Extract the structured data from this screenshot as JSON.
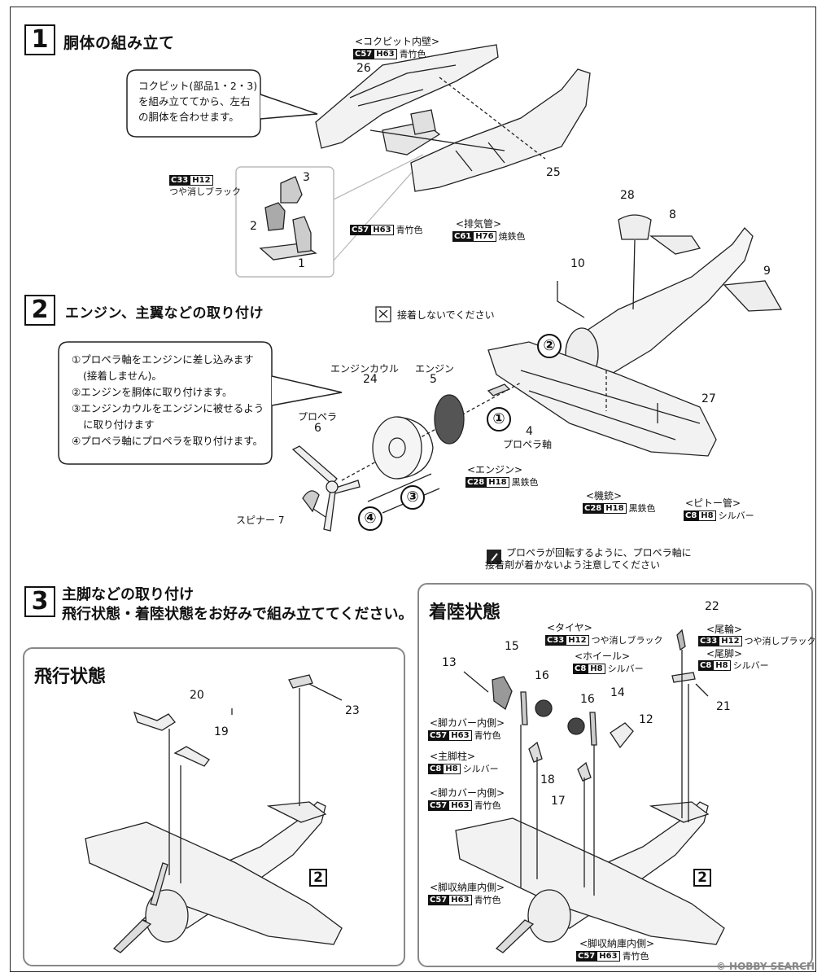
{
  "step1": {
    "num": "1",
    "title": "胴体の組み立て",
    "bubble": [
      "コクピット(部品1・2・3)",
      "を組み立ててから、左右",
      "の胴体を合わせます。"
    ],
    "cockpit_wall": {
      "label": "<コクピット内壁>",
      "c": "C57",
      "h": "H63",
      "name": "青竹色"
    },
    "parts": {
      "p26": "26",
      "p25": "25",
      "p3": "3",
      "p2": "2",
      "p1": "1"
    },
    "black": {
      "c": "C33",
      "h": "H12",
      "name": "つや消しブラック"
    },
    "green": {
      "c": "C57",
      "h": "H63",
      "name": "青竹色"
    },
    "exhaust": {
      "label": "<排気管>",
      "c": "C61",
      "h": "H76",
      "name": "焼鉄色"
    }
  },
  "step2": {
    "num": "2",
    "title": "エンジン、主翼などの取り付け",
    "bubble": [
      "①プロペラ軸をエンジンに差し込みます",
      "(接着しません)。",
      "②エンジンを胴体に取り付けます。",
      "③エンジンカウルをエンジンに被せるよう",
      "に取り付けます",
      "④プロペラ軸にプロペラを取り付けます。"
    ],
    "no_glue": "接着しないでください",
    "cowl_label": "エンジンカウル",
    "cowl_num": "24",
    "engine_label": "エンジン",
    "engine_num": "5",
    "prop_label": "プロペラ",
    "prop_num": "6",
    "spinner": "スピナー 7",
    "shaft_num": "4",
    "shaft_label": "プロペラ軸",
    "engine_color": {
      "label": "<エンジン>",
      "c": "C28",
      "h": "H18",
      "name": "黒鉄色"
    },
    "gun_color": {
      "label": "<機銃>",
      "c": "C28",
      "h": "H18",
      "name": "黒鉄色"
    },
    "pitot_color": {
      "label": "<ピトー管>",
      "c": "C8",
      "h": "H8",
      "name": "シルバー"
    },
    "parts": {
      "p28": "28",
      "p8": "8",
      "p10": "10",
      "p9": "9",
      "p27": "27"
    },
    "circ": {
      "c1": "①",
      "c2": "②",
      "c3": "③",
      "c4": "④"
    },
    "note": [
      "プロペラが回転するように、プロペラ軸に",
      "接着剤が着かないよう注意してください"
    ]
  },
  "step3": {
    "num": "3",
    "title": "主脚などの取り付け",
    "subtitle": "飛行状態・着陸状態をお好みで組み立ててください。",
    "flight": {
      "title": "飛行状態",
      "parts": {
        "p20": "20",
        "p19": "19",
        "p23": "23"
      },
      "ref": "2"
    },
    "landing": {
      "title": "着陸状態",
      "parts": {
        "p22": "22",
        "p15": "15",
        "p13": "13",
        "p16a": "16",
        "p16b": "16",
        "p14": "14",
        "p12": "12",
        "p18": "18",
        "p17": "17",
        "p21": "21"
      },
      "tire": {
        "label": "<タイヤ>",
        "c": "C33",
        "h": "H12",
        "name": "つや消しブラック"
      },
      "wheel": {
        "label": "<ホイール>",
        "c": "C8",
        "h": "H8",
        "name": "シルバー"
      },
      "tailwheel": {
        "label": "<尾輪>",
        "c": "C33",
        "h": "H12",
        "name": "つや消しブラック"
      },
      "tailleg": {
        "label": "<尾脚>",
        "c": "C8",
        "h": "H8",
        "name": "シルバー"
      },
      "cover_in1": {
        "label": "<脚カバー内側>",
        "c": "C57",
        "h": "H63",
        "name": "青竹色"
      },
      "strut": {
        "label": "<主脚柱>",
        "c": "C8",
        "h": "H8",
        "name": "シルバー"
      },
      "cover_in2": {
        "label": "<脚カバー内側>",
        "c": "C57",
        "h": "H63",
        "name": "青竹色"
      },
      "bay1": {
        "label": "<脚収納庫内側>",
        "c": "C57",
        "h": "H63",
        "name": "青竹色"
      },
      "bay2": {
        "label": "<脚収納庫内側>",
        "c": "C57",
        "h": "H63",
        "name": "青竹色"
      },
      "ref": "2"
    }
  },
  "watermark": "© HOBBY SEARCH"
}
